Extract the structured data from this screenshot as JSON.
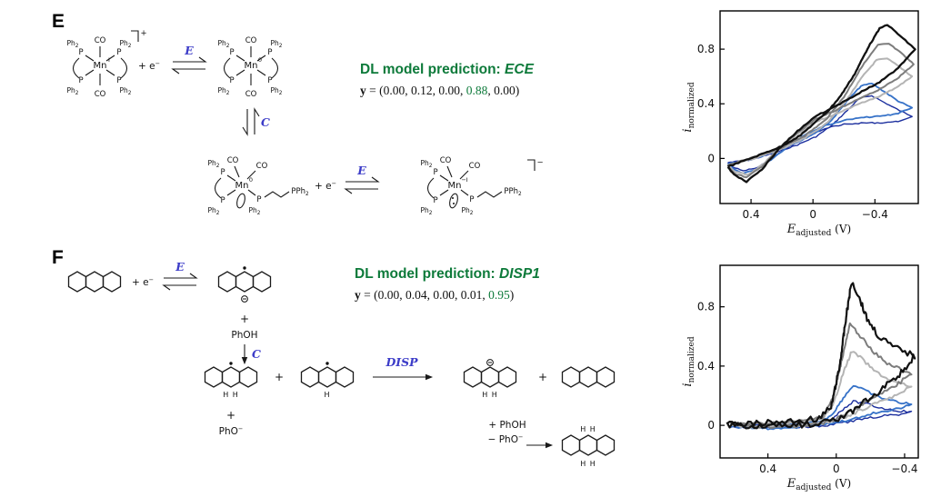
{
  "figure": {
    "panels": [
      {
        "label": "E",
        "prediction_label": "DL model prediction: ",
        "prediction_value": "ECE",
        "y_name": "y",
        "y_pre": " = (0.00, 0.12, 0.00, ",
        "y_highlight": "0.88",
        "y_post": ", 0.00)"
      },
      {
        "label": "F",
        "prediction_label": "DL model prediction: ",
        "prediction_value": "DISP1",
        "y_name": "y",
        "y_pre": " = (0.00, 0.04, 0.00, 0.01, ",
        "y_highlight": "0.95",
        "y_post": ")"
      }
    ],
    "colors": {
      "prediction_green": "#0d7a3a",
      "step_blue": "#3c3cc8"
    }
  },
  "scheme": {
    "ph": "Ph",
    "two": "2",
    "p": "P",
    "pph": "PPh",
    "co": "CO",
    "mn": "Mn",
    "ox1": "I",
    "ox0": "0",
    "oxm1": "−I",
    "charge_plus": "+",
    "charge_minus": "−",
    "plus": "+",
    "plus_e": "+ e",
    "sup_minus": "−",
    "step_e": "E",
    "step_c": "C",
    "step_disp": "DISP",
    "phoh": "PhOH",
    "pho": "PhO",
    "plus_phoh": "+ PhOH",
    "minus_pho": "− PhO",
    "h": "H",
    "hh": "H H"
  },
  "chart_data": [
    {
      "type": "line",
      "svg_id": "chart-e",
      "title": "",
      "x_label": {
        "main": "E",
        "sub": "adjusted",
        "unit": " (V)"
      },
      "y_label": {
        "main": "i",
        "sub": "normalized"
      },
      "x_domain": [
        0.6,
        -0.68
      ],
      "y_domain": [
        -0.33,
        1.08
      ],
      "x_ticks": [
        {
          "v": 0.4,
          "label": "0.4"
        },
        {
          "v": 0,
          "label": "0"
        },
        {
          "v": -0.4,
          "label": "−0.4"
        }
      ],
      "y_ticks": [
        {
          "v": 0,
          "label": "0"
        },
        {
          "v": 0.4,
          "label": "0.4"
        },
        {
          "v": 0.8,
          "label": "0.8"
        }
      ],
      "legend": "none",
      "grid": false,
      "series": [
        {
          "name": "cv-1-darkblue",
          "color": "#1c2f9e",
          "width": 1.4,
          "noise": 0.004,
          "points": [
            [
              0.55,
              -0.03
            ],
            [
              0.4,
              -0.01
            ],
            [
              0.25,
              0.04
            ],
            [
              0.1,
              0.1
            ],
            [
              -0.02,
              0.16
            ],
            [
              -0.12,
              0.24
            ],
            [
              -0.22,
              0.35
            ],
            [
              -0.3,
              0.44
            ],
            [
              -0.38,
              0.46
            ],
            [
              -0.46,
              0.41
            ],
            [
              -0.56,
              0.35
            ],
            [
              -0.64,
              0.31
            ],
            [
              -0.55,
              0.27
            ],
            [
              -0.45,
              0.26
            ],
            [
              -0.33,
              0.26
            ],
            [
              -0.2,
              0.25
            ],
            [
              -0.08,
              0.22
            ],
            [
              0.04,
              0.16
            ],
            [
              0.16,
              0.08
            ],
            [
              0.27,
              0.0
            ],
            [
              0.36,
              -0.07
            ],
            [
              0.45,
              -0.09
            ],
            [
              0.52,
              -0.06
            ],
            [
              0.55,
              -0.03
            ]
          ]
        },
        {
          "name": "cv-2-blue",
          "color": "#3672c8",
          "width": 1.8,
          "noise": 0.004,
          "points": [
            [
              0.55,
              -0.04
            ],
            [
              0.4,
              -0.01
            ],
            [
              0.25,
              0.05
            ],
            [
              0.1,
              0.12
            ],
            [
              -0.02,
              0.19
            ],
            [
              -0.12,
              0.28
            ],
            [
              -0.22,
              0.42
            ],
            [
              -0.31,
              0.53
            ],
            [
              -0.38,
              0.55
            ],
            [
              -0.46,
              0.49
            ],
            [
              -0.55,
              0.42
            ],
            [
              -0.64,
              0.37
            ],
            [
              -0.55,
              0.33
            ],
            [
              -0.45,
              0.31
            ],
            [
              -0.33,
              0.3
            ],
            [
              -0.2,
              0.28
            ],
            [
              -0.08,
              0.24
            ],
            [
              0.04,
              0.18
            ],
            [
              0.16,
              0.09
            ],
            [
              0.27,
              -0.01
            ],
            [
              0.36,
              -0.08
            ],
            [
              0.45,
              -0.11
            ],
            [
              0.52,
              -0.07
            ],
            [
              0.55,
              -0.04
            ]
          ]
        },
        {
          "name": "cv-3-lightgray",
          "color": "#b4b4b4",
          "width": 2,
          "noise": 0.004,
          "points": [
            [
              0.55,
              -0.05
            ],
            [
              0.38,
              0.0
            ],
            [
              0.2,
              0.07
            ],
            [
              0.05,
              0.15
            ],
            [
              -0.08,
              0.25
            ],
            [
              -0.2,
              0.4
            ],
            [
              -0.32,
              0.6
            ],
            [
              -0.41,
              0.72
            ],
            [
              -0.48,
              0.73
            ],
            [
              -0.56,
              0.67
            ],
            [
              -0.64,
              0.6
            ],
            [
              -0.54,
              0.52
            ],
            [
              -0.42,
              0.45
            ],
            [
              -0.3,
              0.4
            ],
            [
              -0.16,
              0.33
            ],
            [
              -0.02,
              0.27
            ],
            [
              0.1,
              0.18
            ],
            [
              0.22,
              0.07
            ],
            [
              0.32,
              -0.04
            ],
            [
              0.42,
              -0.12
            ],
            [
              0.5,
              -0.1
            ],
            [
              0.55,
              -0.05
            ]
          ]
        },
        {
          "name": "cv-4-gray",
          "color": "#7d7d7d",
          "width": 2,
          "noise": 0.004,
          "points": [
            [
              0.55,
              -0.05
            ],
            [
              0.38,
              0.01
            ],
            [
              0.2,
              0.08
            ],
            [
              0.05,
              0.17
            ],
            [
              -0.08,
              0.28
            ],
            [
              -0.2,
              0.45
            ],
            [
              -0.32,
              0.68
            ],
            [
              -0.42,
              0.83
            ],
            [
              -0.49,
              0.84
            ],
            [
              -0.57,
              0.77
            ],
            [
              -0.65,
              0.69
            ],
            [
              -0.54,
              0.58
            ],
            [
              -0.42,
              0.5
            ],
            [
              -0.3,
              0.44
            ],
            [
              -0.16,
              0.36
            ],
            [
              -0.02,
              0.29
            ],
            [
              0.1,
              0.19
            ],
            [
              0.22,
              0.07
            ],
            [
              0.33,
              -0.06
            ],
            [
              0.43,
              -0.14
            ],
            [
              0.51,
              -0.11
            ],
            [
              0.55,
              -0.05
            ]
          ]
        },
        {
          "name": "cv-5-black",
          "color": "#111111",
          "width": 2.3,
          "noise": 0.004,
          "points": [
            [
              0.55,
              -0.06
            ],
            [
              0.38,
              0.01
            ],
            [
              0.2,
              0.09
            ],
            [
              0.08,
              0.17
            ],
            [
              -0.02,
              0.27
            ],
            [
              -0.1,
              0.35
            ],
            [
              -0.18,
              0.46
            ],
            [
              -0.27,
              0.62
            ],
            [
              -0.36,
              0.82
            ],
            [
              -0.43,
              0.95
            ],
            [
              -0.48,
              0.98
            ],
            [
              -0.56,
              0.9
            ],
            [
              -0.66,
              0.8
            ],
            [
              -0.55,
              0.66
            ],
            [
              -0.43,
              0.56
            ],
            [
              -0.3,
              0.48
            ],
            [
              -0.16,
              0.39
            ],
            [
              -0.02,
              0.31
            ],
            [
              0.1,
              0.2
            ],
            [
              0.22,
              0.07
            ],
            [
              0.33,
              -0.08
            ],
            [
              0.43,
              -0.17
            ],
            [
              0.51,
              -0.12
            ],
            [
              0.55,
              -0.06
            ]
          ]
        }
      ]
    },
    {
      "type": "line",
      "svg_id": "chart-f",
      "title": "",
      "x_label": {
        "main": "E",
        "sub": "adjusted",
        "unit": " (V)"
      },
      "y_label": {
        "main": "i",
        "sub": "normalized"
      },
      "x_domain": [
        0.68,
        -0.48
      ],
      "y_domain": [
        -0.22,
        1.08
      ],
      "x_ticks": [
        {
          "v": 0.4,
          "label": "0.4"
        },
        {
          "v": 0,
          "label": "0"
        },
        {
          "v": -0.4,
          "label": "−0.4"
        }
      ],
      "y_ticks": [
        {
          "v": 0,
          "label": "0"
        },
        {
          "v": 0.4,
          "label": "0.4"
        },
        {
          "v": 0.8,
          "label": "0.8"
        }
      ],
      "legend": "none",
      "grid": false,
      "series": [
        {
          "name": "cv-1-darkblue",
          "color": "#1c2f9e",
          "width": 1.4,
          "noise": 0.008,
          "points": [
            [
              0.62,
              0.0
            ],
            [
              0.45,
              0.0
            ],
            [
              0.3,
              0.0
            ],
            [
              0.18,
              0.01
            ],
            [
              0.08,
              0.02
            ],
            [
              0.02,
              0.05
            ],
            [
              -0.05,
              0.12
            ],
            [
              -0.1,
              0.16
            ],
            [
              -0.16,
              0.15
            ],
            [
              -0.25,
              0.12
            ],
            [
              -0.35,
              0.1
            ],
            [
              -0.44,
              0.09
            ],
            [
              -0.35,
              0.07
            ],
            [
              -0.25,
              0.06
            ],
            [
              -0.15,
              0.04
            ],
            [
              -0.05,
              0.02
            ],
            [
              0.05,
              0.0
            ],
            [
              0.2,
              -0.01
            ],
            [
              0.4,
              -0.01
            ],
            [
              0.62,
              -0.01
            ]
          ]
        },
        {
          "name": "cv-2-blue",
          "color": "#3672c8",
          "width": 1.8,
          "noise": 0.008,
          "points": [
            [
              0.62,
              0.0
            ],
            [
              0.45,
              0.0
            ],
            [
              0.3,
              0.01
            ],
            [
              0.18,
              0.01
            ],
            [
              0.08,
              0.03
            ],
            [
              0.02,
              0.08
            ],
            [
              -0.05,
              0.2
            ],
            [
              -0.1,
              0.27
            ],
            [
              -0.16,
              0.24
            ],
            [
              -0.25,
              0.19
            ],
            [
              -0.35,
              0.16
            ],
            [
              -0.44,
              0.14
            ],
            [
              -0.35,
              0.11
            ],
            [
              -0.25,
              0.09
            ],
            [
              -0.15,
              0.06
            ],
            [
              -0.05,
              0.03
            ],
            [
              0.05,
              0.01
            ],
            [
              0.2,
              -0.01
            ],
            [
              0.4,
              -0.02
            ],
            [
              0.62,
              -0.01
            ]
          ]
        },
        {
          "name": "cv-3-lightgray",
          "color": "#b4b4b4",
          "width": 2,
          "noise": 0.01,
          "points": [
            [
              0.62,
              0.01
            ],
            [
              0.45,
              0.01
            ],
            [
              0.3,
              0.01
            ],
            [
              0.18,
              0.02
            ],
            [
              0.08,
              0.05
            ],
            [
              0.02,
              0.13
            ],
            [
              -0.04,
              0.35
            ],
            [
              -0.09,
              0.5
            ],
            [
              -0.14,
              0.46
            ],
            [
              -0.22,
              0.37
            ],
            [
              -0.32,
              0.3
            ],
            [
              -0.44,
              0.26
            ],
            [
              -0.34,
              0.2
            ],
            [
              -0.24,
              0.15
            ],
            [
              -0.14,
              0.1
            ],
            [
              -0.04,
              0.05
            ],
            [
              0.06,
              0.02
            ],
            [
              0.2,
              0.0
            ],
            [
              0.4,
              -0.01
            ],
            [
              0.62,
              0.0
            ]
          ]
        },
        {
          "name": "cv-4-gray",
          "color": "#7d7d7d",
          "width": 2,
          "noise": 0.012,
          "points": [
            [
              0.62,
              0.01
            ],
            [
              0.45,
              0.01
            ],
            [
              0.3,
              0.02
            ],
            [
              0.18,
              0.03
            ],
            [
              0.08,
              0.06
            ],
            [
              0.02,
              0.18
            ],
            [
              -0.04,
              0.48
            ],
            [
              -0.08,
              0.68
            ],
            [
              -0.13,
              0.62
            ],
            [
              -0.21,
              0.5
            ],
            [
              -0.31,
              0.41
            ],
            [
              -0.44,
              0.35
            ],
            [
              -0.34,
              0.26
            ],
            [
              -0.24,
              0.2
            ],
            [
              -0.14,
              0.13
            ],
            [
              -0.04,
              0.06
            ],
            [
              0.06,
              0.02
            ],
            [
              0.2,
              0.0
            ],
            [
              0.4,
              -0.01
            ],
            [
              0.62,
              0.01
            ]
          ]
        },
        {
          "name": "cv-5-black",
          "color": "#111111",
          "width": 2.2,
          "noise": 0.022,
          "points": [
            [
              0.64,
              0.01
            ],
            [
              0.5,
              0.01
            ],
            [
              0.35,
              0.02
            ],
            [
              0.2,
              0.03
            ],
            [
              0.1,
              0.05
            ],
            [
              0.03,
              0.12
            ],
            [
              -0.02,
              0.4
            ],
            [
              -0.06,
              0.75
            ],
            [
              -0.09,
              0.97
            ],
            [
              -0.13,
              0.88
            ],
            [
              -0.18,
              0.72
            ],
            [
              -0.25,
              0.6
            ],
            [
              -0.33,
              0.53
            ],
            [
              -0.46,
              0.47
            ],
            [
              -0.36,
              0.33
            ],
            [
              -0.26,
              0.24
            ],
            [
              -0.16,
              0.15
            ],
            [
              -0.06,
              0.07
            ],
            [
              0.02,
              0.03
            ],
            [
              0.12,
              0.01
            ],
            [
              0.25,
              0.0
            ],
            [
              0.4,
              0.0
            ],
            [
              0.64,
              0.0
            ]
          ]
        }
      ]
    }
  ]
}
